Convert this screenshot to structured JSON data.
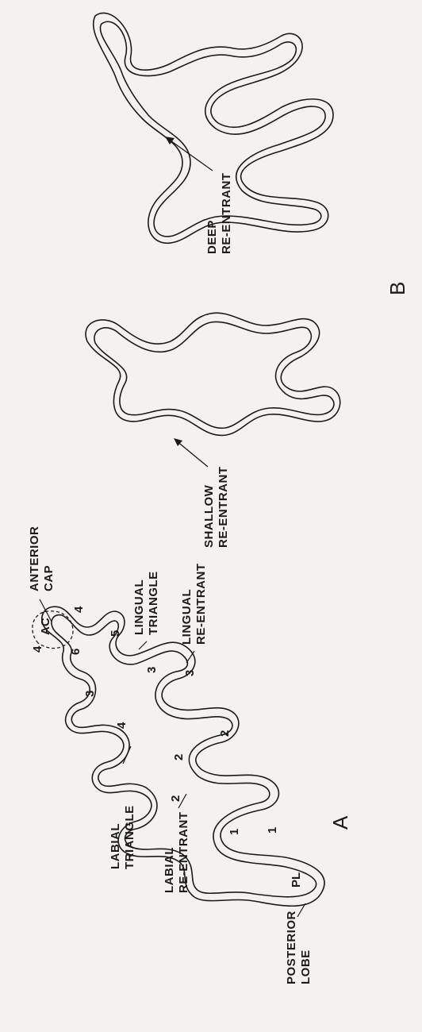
{
  "figure": {
    "panel_a_letter": "A",
    "panel_b_letter": "B",
    "panel_a_labels": {
      "anterior_cap": [
        "ANTERIOR",
        "CAP"
      ],
      "lingual_triangle": [
        "LINGUAL",
        "TRIANGLE"
      ],
      "lingual_reentrant": [
        "LINGUAL",
        "RE-ENTRANT"
      ],
      "labial_triangle": [
        "LABIAL",
        "TRIANGLE"
      ],
      "labial_reentrant": [
        "LABIAL",
        "RE-ENTRANT"
      ],
      "posterior_lobe": [
        "POSTERIOR",
        "LOBE"
      ]
    },
    "panel_a_numbers": {
      "ac": "AC",
      "pl": "PL",
      "n4a": "4",
      "n4b": "4",
      "n4c": "4",
      "n6": "6",
      "n5": "5",
      "n3a": "3",
      "n3b": "3",
      "n3c": "3",
      "n2a": "2",
      "n2b": "2",
      "n2c": "2",
      "n1a": "1",
      "n1b": "1"
    },
    "panel_b_labels": {
      "shallow": [
        "SHALLOW",
        "RE-ENTRANT"
      ],
      "deep": [
        "DEEP",
        "RE-ENTRANT"
      ]
    }
  }
}
